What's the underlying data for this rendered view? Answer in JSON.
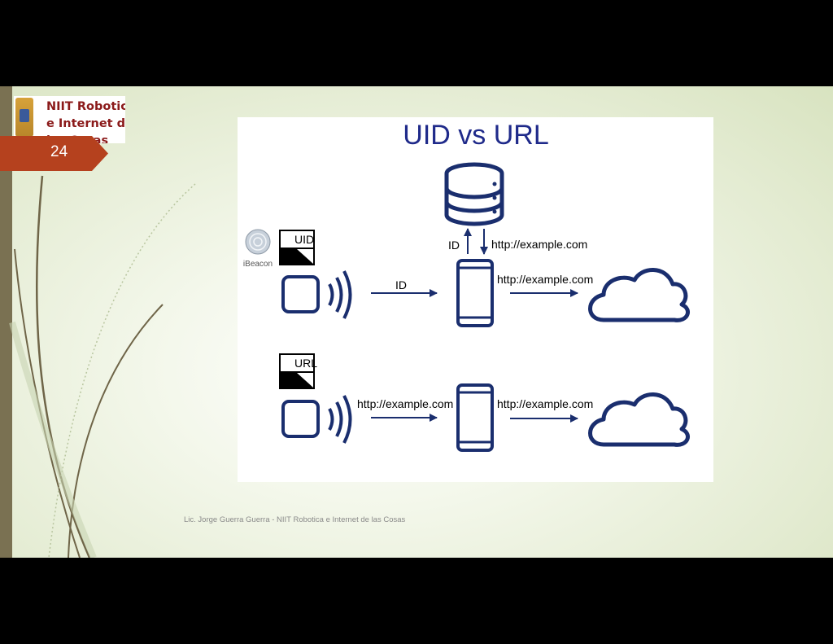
{
  "slide": {
    "number": "24",
    "logo_text": "NIIT Robotica\ne Internet de\nlas Cosas",
    "footer": "Lic. Jorge Guerra Guerra - NIIT Robotica e Internet de las Cosas"
  },
  "figure": {
    "title": "UID vs URL",
    "ibeacon_label": "iBeacon",
    "uid_badge": "UID",
    "url_badge": "URL",
    "row1": {
      "beacon_to_phone": "ID",
      "phone_to_db": "ID",
      "db_to_phone": "http://example.com",
      "phone_to_cloud": "http://example.com"
    },
    "row2": {
      "beacon_to_phone": "http://example.com",
      "phone_to_cloud": "http://example.com"
    }
  },
  "colors": {
    "diagram_navy": "#1a2e6e",
    "slide_number_bg": "#b5411e",
    "logo_text": "#8b1a1a",
    "left_bar": "#7a7152"
  }
}
